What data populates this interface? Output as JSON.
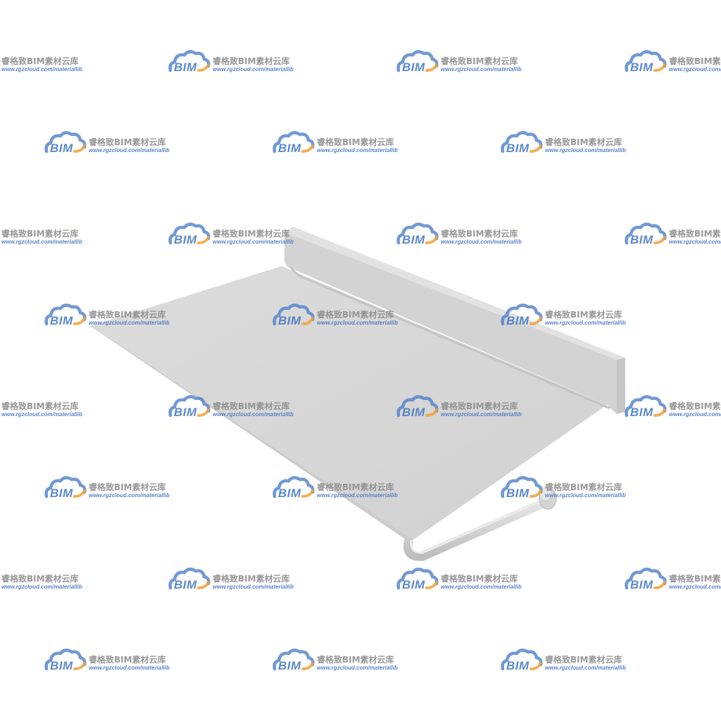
{
  "model": {
    "part": "countertop-with-backsplash-and-towel-bar",
    "colors": {
      "top_surface": "#d8d8d8",
      "front_edge": "#cfcfcf",
      "backsplash_face": "#d2d2d2",
      "backsplash_top": "#e4e4e4",
      "end_cap": "#c8c8c8",
      "rail": "#d6d6d6",
      "rail_shadow": "#bdbdbd",
      "background": "#ffffff"
    }
  },
  "watermark": {
    "logo_text": "BIM",
    "name": "睿格致BIM素材云库",
    "url": "www.rgzcloud.com/materiallib",
    "icon": "cloud-logo-icon",
    "colors": {
      "cloud_blue": "#4d7fc8",
      "cloud_orange": "#f0a23c",
      "name_text": "#8e8e8e",
      "url_text": "#4a78c2"
    }
  }
}
